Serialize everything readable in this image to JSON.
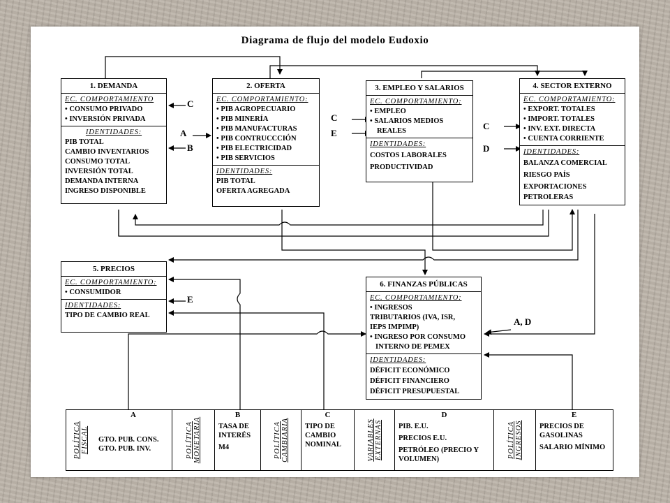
{
  "title": "Diagrama de flujo del modelo Eudoxio",
  "boxes": {
    "demanda": {
      "title": "1. DEMANDA",
      "ec_label": "EC. COMPORTAMIENTO",
      "ec_items": [
        "CONSUMO PRIVADO",
        "INVERSIÓN PRIVADA"
      ],
      "id_label": "IDENTIDADES:",
      "id_items": [
        "PIB TOTAL",
        "CAMBIO INVENTARIOS",
        "CONSUMO TOTAL",
        "INVERSIÓN TOTAL",
        "DEMANDA INTERNA",
        "INGRESO DISPONIBLE"
      ]
    },
    "oferta": {
      "title": "2. OFERTA",
      "ec_label": "EC. COMPORTAMIENTO:",
      "ec_items": [
        "PIB AGROPECUARIO",
        "PIB MINERÍA",
        "PIB MANUFACTURAS",
        "PIB CONTRUCCCIÓN",
        "PIB ELECTRICIDAD",
        "PIB SERVICIOS"
      ],
      "id_label": "IDENTIDADES:",
      "id_items": [
        "PIB TOTAL",
        "OFERTA AGREGADA"
      ]
    },
    "empleo": {
      "title": "3. EMPLEO Y SALARIOS",
      "ec_label": "EC. COMPORTAMIENTO:",
      "ec_items": [
        "EMPLEO",
        "SALARIOS MEDIOS"
      ],
      "ec_cont": "REALES",
      "id_label": "IDENTIDADES:",
      "id_items": [
        "COSTOS LABORALES",
        "PRODUCTIVIDAD"
      ]
    },
    "externo": {
      "title": "4. SECTOR EXTERNO",
      "ec_label": "EC. COMPORTAMIENTO:",
      "ec_items": [
        "EXPORT. TOTALES",
        "IMPORT. TOTALES",
        "INV. EXT. DIRECTA",
        "CUENTA CORRIENTE"
      ],
      "id_label": "IDENTIDADES:",
      "id_items": [
        "BALANZA COMERCIAL",
        "RIESGO PAÍS",
        "EXPORTACIONES",
        "PETROLERAS"
      ]
    },
    "precios": {
      "title": "5. PRECIOS",
      "ec_label": "EC. COMPORTAMIENTO:",
      "ec_items": [
        "CONSUMIDOR"
      ],
      "id_label": "IDENTIDADES:",
      "id_items": [
        "TIPO DE CAMBIO REAL"
      ]
    },
    "finanzas": {
      "title": "6. FINANZAS PÚBLICAS",
      "ec_label": "EC. COMPORTAMIENTO:",
      "ec_lines": [
        "INGRESOS",
        "TRIBUTARIOS (IVA, ISR,",
        "IEPS IMPIMP)",
        "INGRESO POR CONSUMO",
        "INTERNO DE PEMEX"
      ],
      "id_label": "IDENTIDADES:",
      "id_items": [
        "DÉFICIT ECONÓMICO",
        "DÉFICIT FINANCIERO",
        "DÉFICIT PRESUPUESTAL"
      ]
    }
  },
  "tags": {
    "c1": "C",
    "a1": "A",
    "b1": "B",
    "c2": "C",
    "e2": "E",
    "c3": "C",
    "d3": "D",
    "e4": "E",
    "ad": "A, D"
  },
  "policy": {
    "fiscal": {
      "label": "POLÍTICA FISCAL",
      "letter": "A",
      "items": [
        "GTO. PUB. CONS.",
        "GTO. PUB. INV."
      ]
    },
    "monetaria": {
      "label": "POLÍTICA MONETARIA",
      "letter": "B",
      "items": [
        "TASA DE INTERÉS",
        "M4"
      ]
    },
    "cambiaria": {
      "label": "POLÍTICA CAMBIARIA",
      "letter": "C",
      "items": [
        "TIPO DE CAMBIO NOMINAL"
      ]
    },
    "externas": {
      "label": "VARIABLES EXTERNAS",
      "letter": "D",
      "items": [
        "PIB. E.U.",
        "PRECIOS E.U.",
        "PETRÓLEO (PRECIO Y VOLUMEN)"
      ]
    },
    "ingresos": {
      "label": "POLÍTICA INGRESOS",
      "letter": "E",
      "items": [
        "PRECIOS DE GASOLINAS",
        "SALARIO MÍNIMO"
      ]
    }
  }
}
